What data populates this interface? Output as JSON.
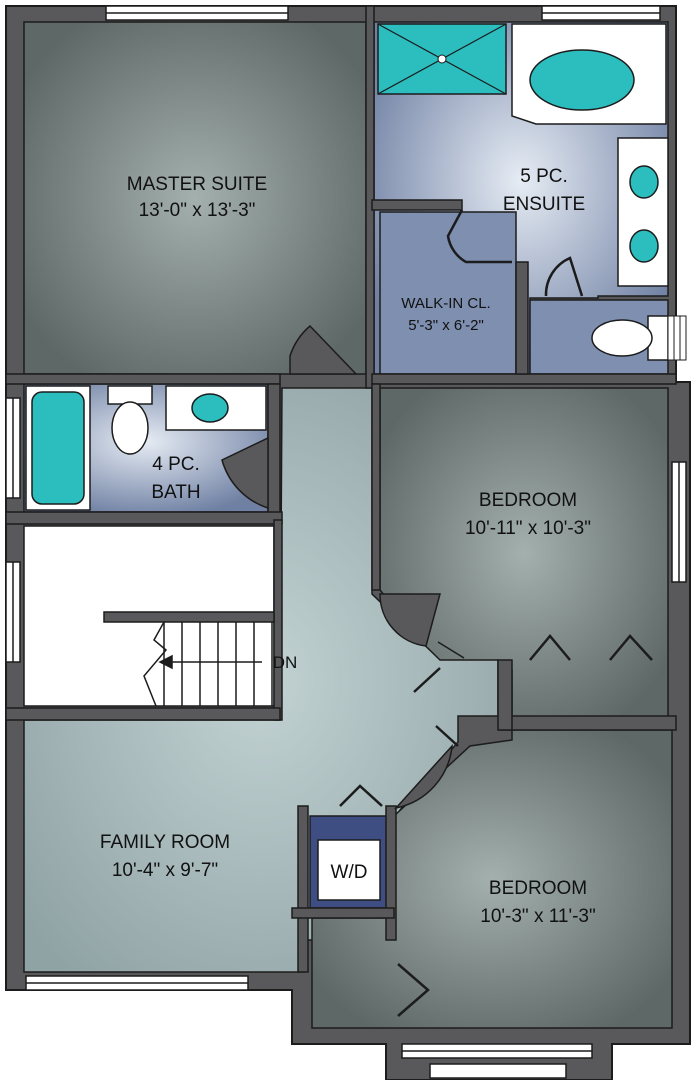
{
  "rooms": {
    "master_suite": {
      "name": "MASTER SUITE",
      "size": "13'-0\" x 13'-3\""
    },
    "ensuite": {
      "name_line1": "5 PC.",
      "name_line2": "ENSUITE"
    },
    "walk_in_closet": {
      "name": "WALK-IN CL.",
      "size": "5'-3\" x 6'-2\""
    },
    "bath": {
      "name_line1": "4 PC.",
      "name_line2": "BATH"
    },
    "bedroom_upper": {
      "name": "BEDROOM",
      "size": "10'-11\" x 10'-3\""
    },
    "family_room": {
      "name": "FAMILY ROOM",
      "size": "10'-4\" x 9'-7\""
    },
    "bedroom_lower": {
      "name": "BEDROOM",
      "size": "10'-3\" x 11'-3\""
    },
    "laundry": {
      "name": "W/D"
    },
    "stairs": {
      "direction": "DN"
    }
  },
  "colors": {
    "wall": "#59595b",
    "wall_outline": "#1c1c1c",
    "bedroom_fill": "#7d8a86",
    "living_fill": "#a7babb",
    "bath_fill": "#8797b3",
    "fixture_teal": "#2cbdbf"
  },
  "icons": [
    "door-swing-icon",
    "toilet-icon",
    "bathtub-icon",
    "sink-icon",
    "shower-icon",
    "window-icon",
    "stairs-icon"
  ]
}
